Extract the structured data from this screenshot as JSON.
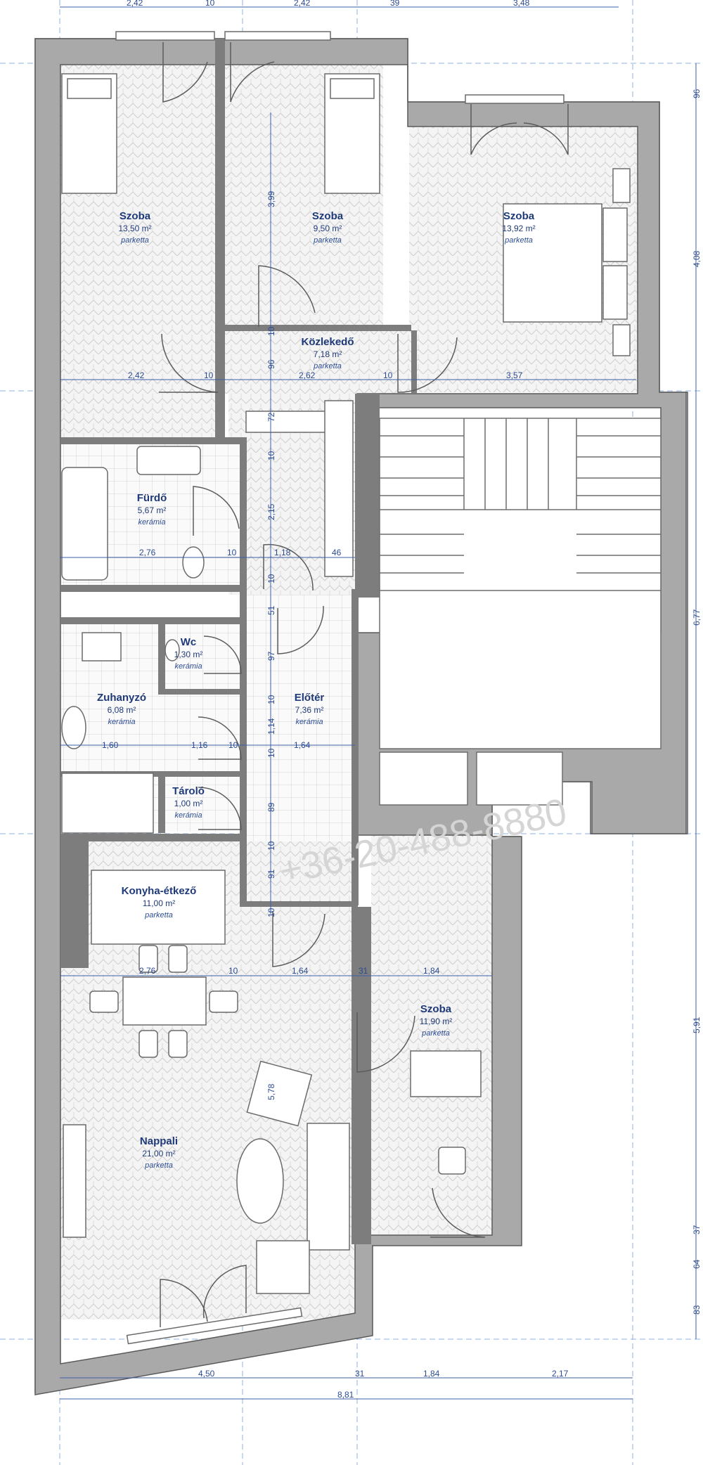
{
  "rooms": [
    {
      "id": "szoba-1",
      "name": "Szoba",
      "area": "13,50 m²",
      "floor": "parketta"
    },
    {
      "id": "szoba-2",
      "name": "Szoba",
      "area": "9,50 m²",
      "floor": "parketta"
    },
    {
      "id": "szoba-3",
      "name": "Szoba",
      "area": "13,92 m²",
      "floor": "parketta"
    },
    {
      "id": "kozlekedo",
      "name": "Közlekedő",
      "area": "7,18 m²",
      "floor": "parketta"
    },
    {
      "id": "furdo",
      "name": "Fürdő",
      "area": "5,67 m²",
      "floor": "kerámia"
    },
    {
      "id": "wc",
      "name": "Wc",
      "area": "1,30 m²",
      "floor": "kerámia"
    },
    {
      "id": "zuhanyzo",
      "name": "Zuhanyzó",
      "area": "6,08 m²",
      "floor": "kerámia"
    },
    {
      "id": "eloter",
      "name": "Előtér",
      "area": "7,36 m²",
      "floor": "kerámia"
    },
    {
      "id": "tarolo",
      "name": "Tároló",
      "area": "1,00 m²",
      "floor": "kerámia"
    },
    {
      "id": "konyha",
      "name": "Konyha-étkező",
      "area": "11,00 m²",
      "floor": "parketta"
    },
    {
      "id": "szoba-4",
      "name": "Szoba",
      "area": "11,90 m²",
      "floor": "parketta"
    },
    {
      "id": "nappali",
      "name": "Nappali",
      "area": "21,00 m²",
      "floor": "parketta"
    }
  ],
  "dimensions": {
    "top": [
      "2,42",
      "10",
      "2,42",
      "39",
      "3,48"
    ],
    "row1": [
      "2,42",
      "10",
      "2,62",
      "10",
      "3,57"
    ],
    "row2": [
      "2,76",
      "10",
      "1,18",
      "46"
    ],
    "row3": [
      "1,60",
      "1,16",
      "10",
      "1,64"
    ],
    "row4": [
      "2,76",
      "10",
      "1,64",
      "31",
      "1,84"
    ],
    "bottom1": [
      "4,50",
      "31",
      "1,84",
      "2,17"
    ],
    "bottom_total": "8,81",
    "right": [
      "96",
      "4,08",
      "6,77",
      "5,91",
      "37",
      "64",
      "83"
    ],
    "corridor": [
      "3,99",
      "10",
      "96",
      "72",
      "10",
      "2,15",
      "10",
      "51",
      "97",
      "10",
      "1,14",
      "10",
      "89",
      "10",
      "91",
      "10"
    ],
    "nappali_inner": "5,78"
  },
  "watermark": "+36-20-488-8880",
  "colors": {
    "text": "#1f3a78",
    "dimension": "#3d5fa8",
    "guide": "#8fb3e0",
    "wall": "#a9a9a9"
  }
}
